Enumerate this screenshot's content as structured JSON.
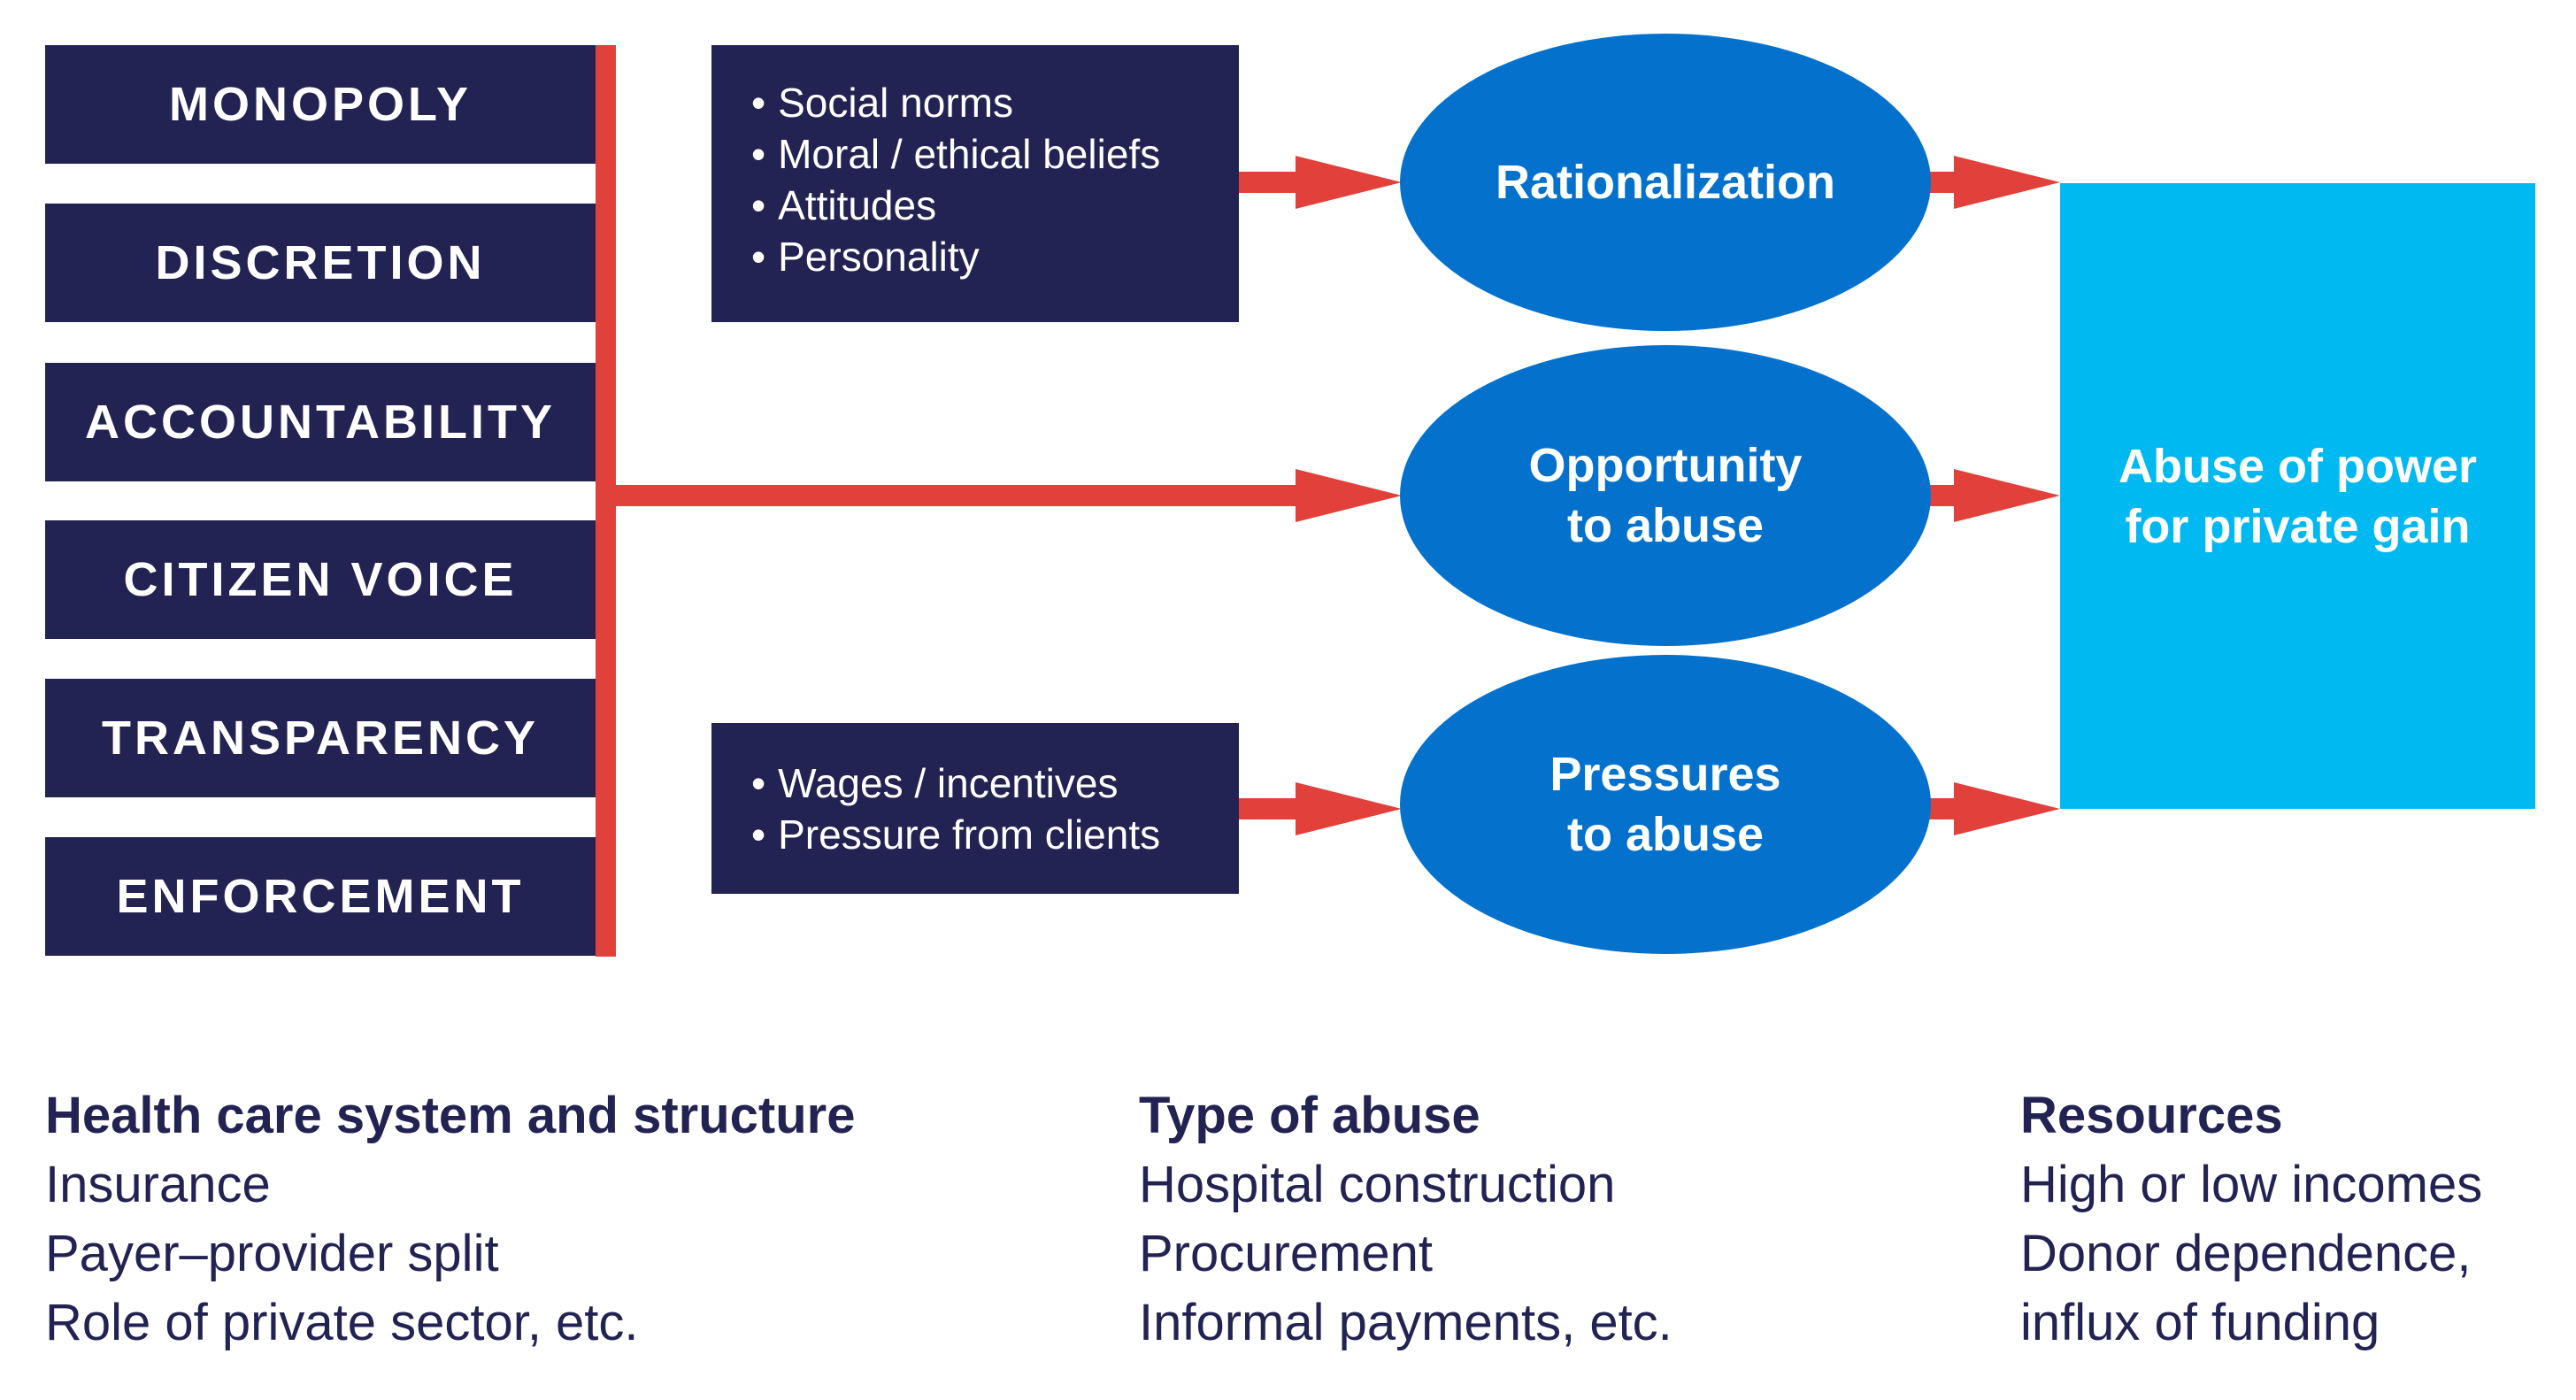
{
  "factors": [
    "MONOPOLY",
    "DISCRETION",
    "ACCOUNTABILITY",
    "CITIZEN VOICE",
    "TRANSPARENCY",
    "ENFORCEMENT"
  ],
  "individual_factors": [
    "Social norms",
    "Moral / ethical beliefs",
    "Attitudes",
    "Personality"
  ],
  "pressure_factors": [
    "Wages / incentives",
    "Pressure from clients"
  ],
  "nodes": {
    "rationalization": [
      "Rationalization"
    ],
    "opportunity": [
      "Opportunity",
      "to abuse"
    ],
    "pressures": [
      "Pressures",
      "to abuse"
    ]
  },
  "outcome": [
    "Abuse of power",
    "for private gain"
  ],
  "bottom": {
    "health_system": {
      "heading": "Health care system and structure",
      "items": [
        "Insurance",
        "Payer–provider split",
        "Role of private sector, etc."
      ]
    },
    "type_of_abuse": {
      "heading": "Type of abuse",
      "items": [
        "Hospital construction",
        "Procurement",
        "Informal payments, etc."
      ]
    },
    "resources": {
      "heading": "Resources",
      "items": [
        "High or low incomes",
        "Donor dependence,",
        "influx of funding"
      ]
    }
  },
  "colors": {
    "navy": "#222352",
    "arrow_red": "#e2403b",
    "ellipse_blue": "#0472cc",
    "outcome_cyan": "#00b9f1"
  }
}
